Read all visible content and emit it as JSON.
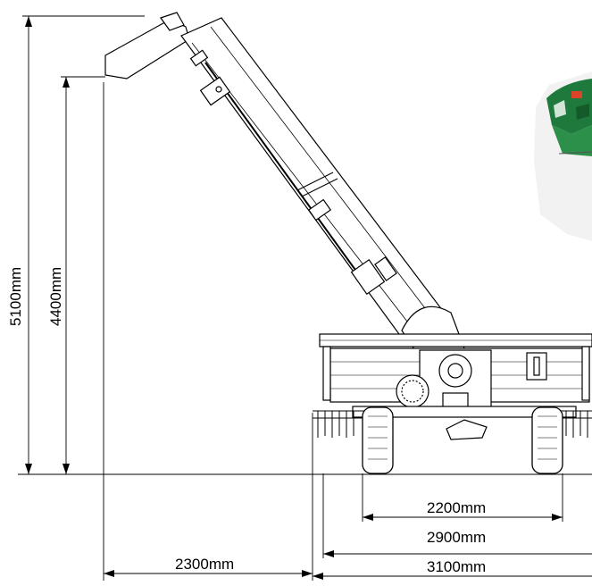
{
  "dimensions": {
    "height_total": "5100mm",
    "height_discharge": "4400mm",
    "wheel_track": "2200mm",
    "frame_width": "2900mm",
    "overall_width": "3100mm",
    "auger_reach": "2300mm"
  },
  "colors": {
    "line": "#000000",
    "machine_green": "#1e7a3c",
    "machine_accent": "#d9442b",
    "tire": "#ffffff"
  }
}
